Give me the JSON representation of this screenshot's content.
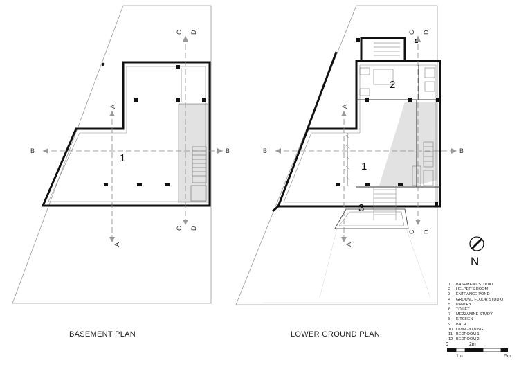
{
  "plans": {
    "basement": {
      "title": "BASEMENT PLAN",
      "rooms": [
        {
          "num": "1"
        }
      ],
      "section_markers": {
        "a": "A",
        "b": "B",
        "c": "C",
        "d": "D"
      }
    },
    "lower_ground": {
      "title": "LOWER GROUND PLAN",
      "rooms": [
        {
          "num": "1"
        },
        {
          "num": "2"
        },
        {
          "num": "3"
        }
      ],
      "section_markers": {
        "a": "A",
        "b": "B",
        "c": "C",
        "d": "D"
      }
    }
  },
  "north": {
    "letter": "N"
  },
  "legend": [
    {
      "num": "1",
      "label": "BASEMENT STUDIO"
    },
    {
      "num": "2",
      "label": "HELPER'S ROOM"
    },
    {
      "num": "3",
      "label": "ENTRANCE POND"
    },
    {
      "num": "4",
      "label": "GROUND FLOOR STUDIO"
    },
    {
      "num": "5",
      "label": "PANTRY"
    },
    {
      "num": "6",
      "label": "TOILET"
    },
    {
      "num": "7",
      "label": "MEZZANINE STUDY"
    },
    {
      "num": "8",
      "label": "KITCHEN"
    },
    {
      "num": "9",
      "label": "BATH"
    },
    {
      "num": "10",
      "label": "LIVING/DINING"
    },
    {
      "num": "11",
      "label": "BEDROOM 1"
    },
    {
      "num": "12",
      "label": "BEDROOM 2"
    }
  ],
  "scale_bar": {
    "label_0": "0",
    "label_1m": "1m",
    "label_2m": "2m",
    "label_5m": "5m"
  },
  "colors": {
    "wall": "#111111",
    "site_line": "#9a9a9a",
    "section_line": "#888888",
    "shade": "#e2e2e2"
  }
}
